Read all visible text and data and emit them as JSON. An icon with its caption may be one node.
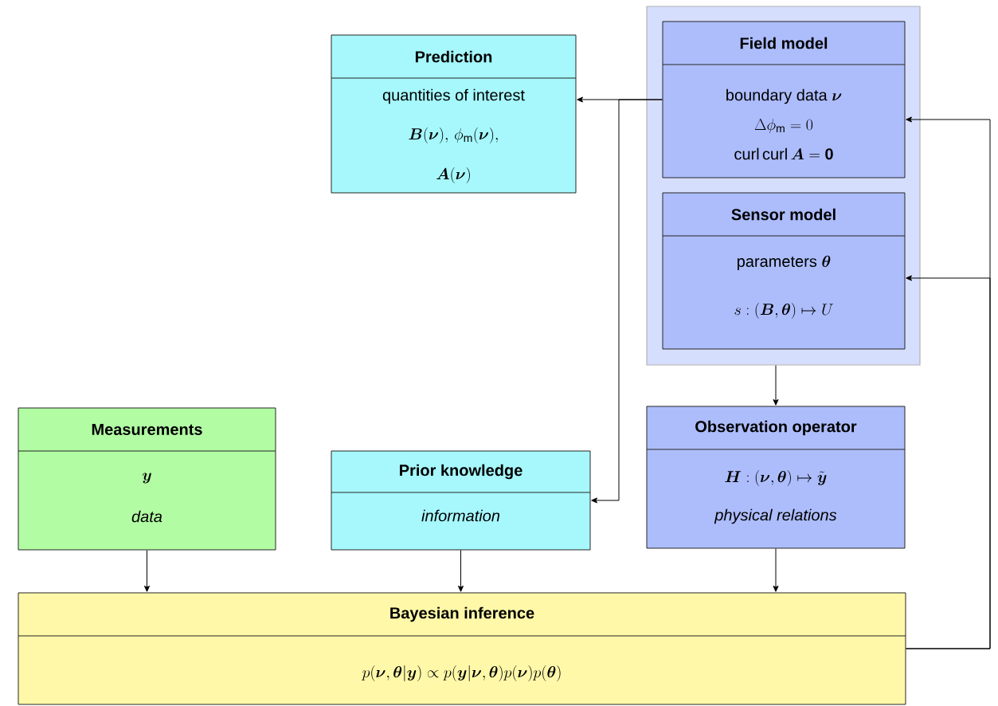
{
  "diagram": {
    "nodes": [
      {
        "text": [
          "Prediction",
          "\\text{quantities of interest}",
          "\\boldsymbol{B}(\\boldsymbol{\\nu}),\\, \\phi_{\\mathrm{m}}(\\boldsymbol{\\nu}),",
          "\\boldsymbol{A}(\\boldsymbol{\\nu})"
        ]
      },
      {
        "text": [],
        "shape": "box"
      },
      {
        "text": [
          "Field model",
          "\\text{boundary data } \\boldsymbol{\\nu}",
          "\\Delta\\phi_{\\mathrm{m}} = 0",
          "\\mathrm{curl}\\,\\mathrm{curl}\\,\\boldsymbol{A} = \\mathbf{0}"
        ],
        "in": 1
      },
      {
        "text": [
          "Sensor model",
          "\\text{parameters } \\boldsymbol{\\theta}",
          "s : (\\boldsymbol{B}, \\boldsymbol{\\theta}) \\mapsto U"
        ],
        "in": 1
      },
      {
        "text": [
          "Measurements",
          "\\boldsymbol{y}",
          "\\textit{data}"
        ]
      },
      {
        "text": [
          "Prior knowledge",
          "\\textit{information}"
        ]
      },
      {
        "text": [
          "Observation operator",
          "\\boldsymbol{H} : (\\boldsymbol{\\nu}, \\boldsymbol{\\theta}) \\mapsto \\tilde{\\boldsymbol{y}}",
          "\\textit{physical relations}"
        ]
      },
      {
        "text": [
          "Bayesian inference",
          "p(\\boldsymbol{\\nu}, \\boldsymbol{\\theta} | \\boldsymbol{y}) \\propto p(\\boldsymbol{y} | \\boldsymbol{\\nu}, \\boldsymbol{\\theta}) p(\\boldsymbol{\\nu}) p(\\boldsymbol{\\theta})"
        ]
      }
    ],
    "edges": [
      {
        "from": 2,
        "to": 0,
        "arrow": "to"
      },
      {
        "from": 2,
        "to": 5,
        "arrow": "to"
      },
      {
        "from": 1,
        "to": 6,
        "arrow": "to"
      },
      {
        "from": 4,
        "to": 7,
        "arrow": "to"
      },
      {
        "from": 5,
        "to": 7,
        "arrow": "to"
      },
      {
        "from": 6,
        "to": 7,
        "arrow": "to"
      },
      {
        "from": 7,
        "to": 2,
        "arrow": "to"
      },
      {
        "from": 7,
        "to": 3,
        "arrow": "to"
      }
    ]
  }
}
